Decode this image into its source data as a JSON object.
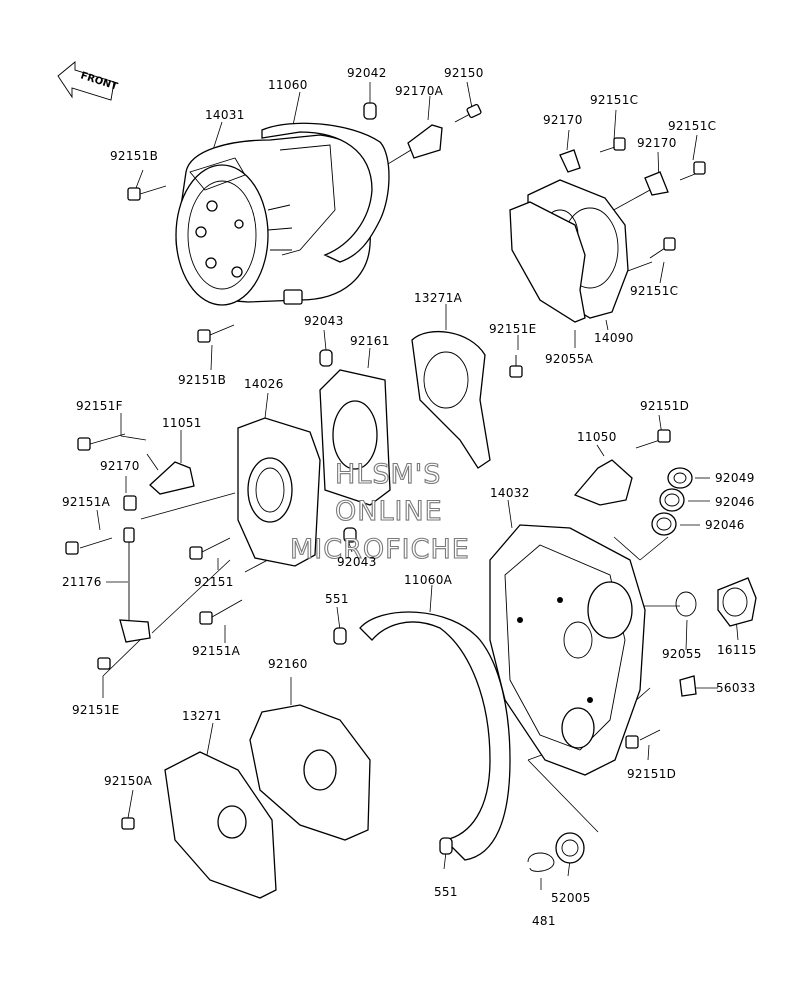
{
  "diagram": {
    "front_label": "FRONT",
    "watermark": [
      "HLSM'S",
      "ONLINE",
      "MICROFICHE"
    ],
    "parts": {
      "p11060": "11060",
      "p92042": "92042",
      "p92150": "92150",
      "p14031": "14031",
      "p92170a": "92170A",
      "p92151b_top": "92151B",
      "p92151c_1": "92151C",
      "p92170_r": "92170",
      "p92151c_2": "92151C",
      "p92170_r2": "92170",
      "p92151c_3": "92151C",
      "p14090": "14090",
      "p92055a": "92055A",
      "p13271a": "13271A",
      "p92151e_top": "92151E",
      "p92043_top": "92043",
      "p92161": "92161",
      "p92151b_mid": "92151B",
      "p14026": "14026",
      "p92151f": "92151F",
      "p11051": "11051",
      "p92170_l": "92170",
      "p92151a_l": "92151A",
      "p92151_mid": "92151",
      "p92043_mid": "92043",
      "p21176": "21176",
      "p92151a_mid": "92151A",
      "p92151e_bot": "92151E",
      "p92151d_top": "92151D",
      "p11050": "11050",
      "p92049": "92049",
      "p14032": "14032",
      "p92046_1": "92046",
      "p92046_2": "92046",
      "p551_top": "551",
      "p11060a": "11060A",
      "p92055": "92055",
      "p16115": "16115",
      "p92160": "92160",
      "p56033": "56033",
      "p13271": "13271",
      "p92151d_bot": "92151D",
      "p92150a": "92150A",
      "p551_bot": "551",
      "p52005": "52005",
      "p481": "481"
    }
  }
}
